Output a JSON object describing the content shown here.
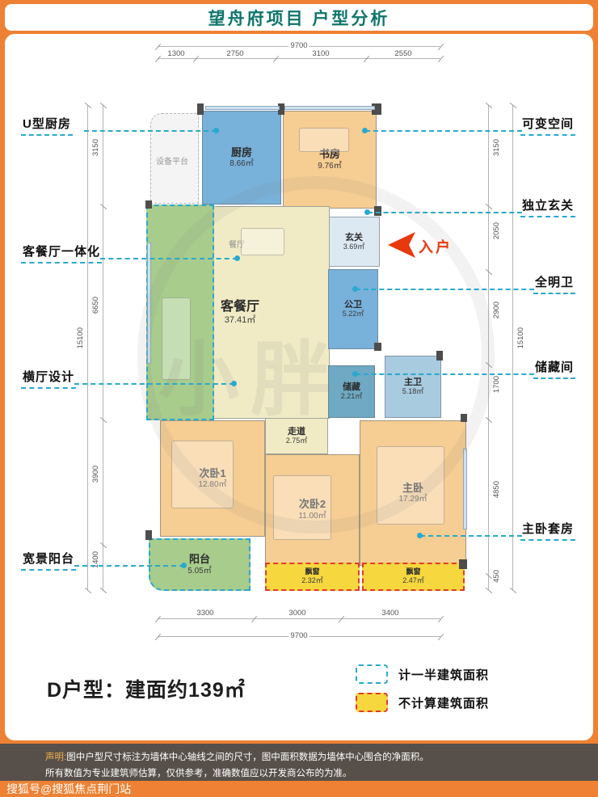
{
  "header": {
    "title": "望舟府项目 户型分析"
  },
  "annotations": {
    "left": [
      {
        "label": "U型厨房"
      },
      {
        "label": "客餐厅一体化"
      },
      {
        "label": "横厅设计"
      },
      {
        "label": "宽景阳台"
      }
    ],
    "right": [
      {
        "label": "可变空间"
      },
      {
        "label": "独立玄关"
      },
      {
        "label": "全明卫"
      },
      {
        "label": "储藏间"
      },
      {
        "label": "主卧套房"
      }
    ]
  },
  "rooms": {
    "kitchen": {
      "name": "厨房",
      "area": "8.66㎡"
    },
    "study": {
      "name": "书房",
      "area": "9.76㎡"
    },
    "foyer": {
      "name": "玄关",
      "area": "3.69㎡"
    },
    "living": {
      "name": "客餐厅",
      "area": "37.41㎡"
    },
    "public_bath": {
      "name": "公卫",
      "area": "5.22㎡"
    },
    "storage": {
      "name": "储藏",
      "area": "2.21㎡"
    },
    "master_bath": {
      "name": "主卫",
      "area": "5.18㎡"
    },
    "corridor": {
      "name": "走道",
      "area": "2.75㎡"
    },
    "bedroom1": {
      "name": "次卧1",
      "area": "12.80㎡"
    },
    "bedroom2": {
      "name": "次卧2",
      "area": "11.00㎡"
    },
    "master": {
      "name": "主卧",
      "area": "17.29㎡"
    },
    "balcony": {
      "name": "阳台",
      "area": "5.05㎡"
    },
    "bay_left": {
      "name": "飘窗",
      "area": "2.32㎡"
    },
    "bay_right": {
      "name": "飘窗",
      "area": "2.47㎡"
    }
  },
  "plan": {
    "dining_label": "餐厅",
    "equipment_label": "设备平台",
    "entry_label": "入户",
    "watermark": "小胖"
  },
  "dims": {
    "top_total": "9700",
    "top": [
      "1300",
      "2750",
      "3100",
      "2550"
    ],
    "left": [
      "3150",
      "6650",
      "3900",
      "1400"
    ],
    "left_total": "15100",
    "right": [
      "3150",
      "2050",
      "2900",
      "1700",
      "4850",
      "450"
    ],
    "right_total": "15100",
    "bottom": [
      "3300",
      "3000",
      "3400"
    ],
    "bottom_total": "9700"
  },
  "summary": {
    "unit": "D户型：建面约139㎡"
  },
  "legend": [
    {
      "label": "计一半建筑面积"
    },
    {
      "label": "不计算建筑面积"
    }
  ],
  "footer": {
    "disclaimer_prefix": "声明:",
    "disclaimer_line1": "图中户型尺寸标注为墙体中心轴线之间的尺寸，图中面积数据为墙体中心围合的净面积。",
    "disclaimer_line2": "所有数值为专业建筑师估算，仅供参考，准确数值应以开发商公布的为准。",
    "account": "搜狐号@搜狐焦点荆门站"
  },
  "colors": {
    "background_orange": "#EE8133",
    "title_teal": "#0E756B",
    "room_blue": "#78B1DA",
    "room_tan": "#F6CD92",
    "room_cream": "#F0EBC5",
    "room_green": "#A8CC8C",
    "bay_yellow": "#F6D73E",
    "annotation_cyan": "#2AA9CE",
    "excluded_red": "#E23A2E",
    "entry_red": "#E8380D",
    "footer_bar": "#57504A"
  }
}
